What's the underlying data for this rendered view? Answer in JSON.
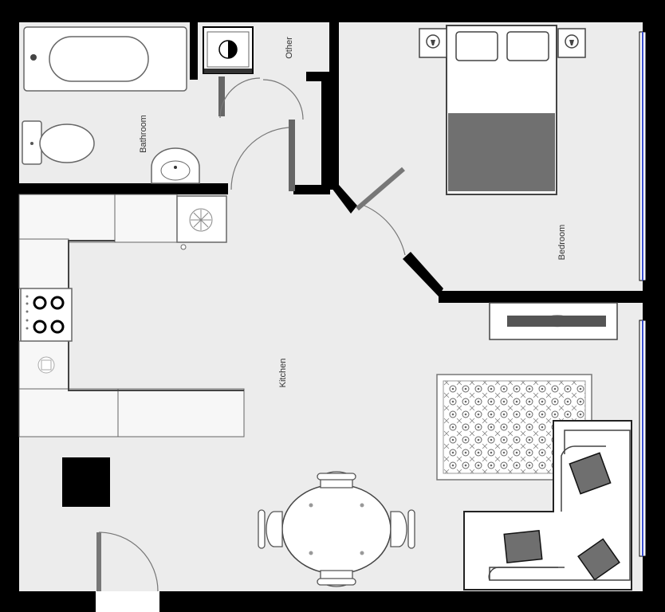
{
  "labels": {
    "other": "Other",
    "bathroom": "Bathroom",
    "bedroom": "Bedroom",
    "kitchen": "Kitchen"
  },
  "colors": {
    "wall": "#000000",
    "floor": "#ececec",
    "counter": "#f7f7f7",
    "outline": "#666666",
    "bed_blanket": "#707070",
    "pillow_accent": "#6f6f6f",
    "window_glass": "#3a4fd0",
    "dark_block": "#000000"
  },
  "icons": {
    "lamps": "lamp-icon",
    "stove": "stove-burner-icon",
    "sink": "sink-icon",
    "toilet": "toilet-icon",
    "bathtub": "bathtub-icon",
    "washer": "washer-icon",
    "tv": "tv-icon",
    "rug": "rug-pattern-icon",
    "sofa": "sofa-icon",
    "dining_table": "dining-table-icon",
    "chair": "chair-icon"
  }
}
